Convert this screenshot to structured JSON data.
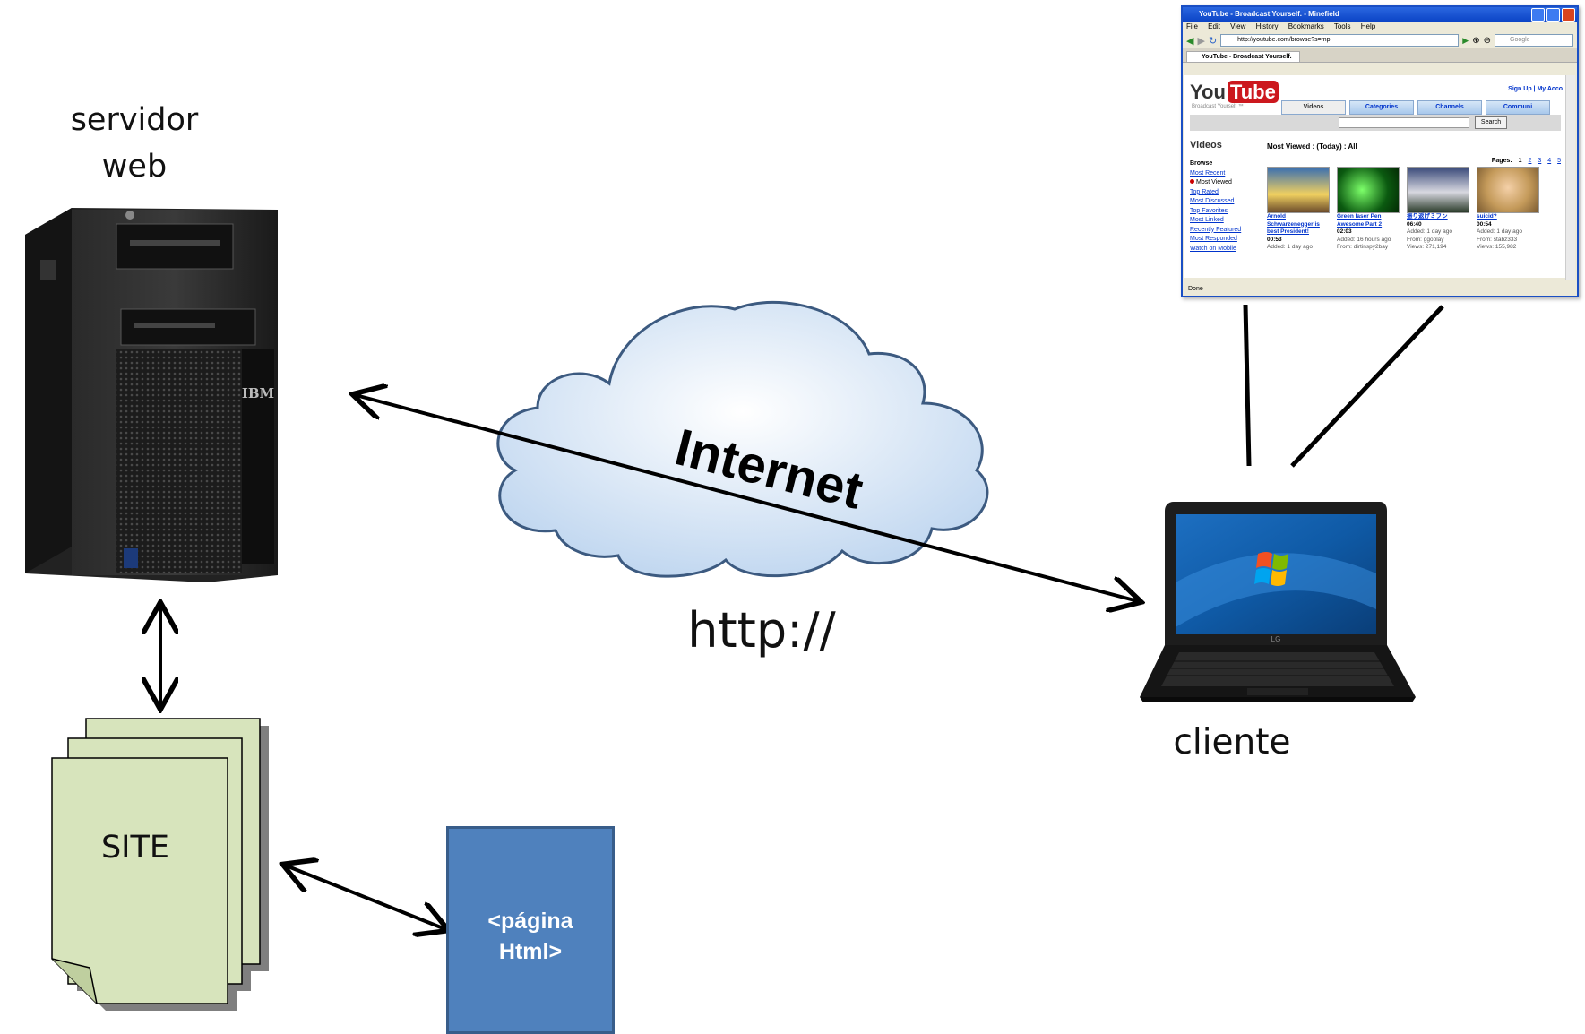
{
  "labels": {
    "server": [
      "servidor",
      "web"
    ],
    "internet": "Internet",
    "protocol": "http://",
    "client": "cliente",
    "site": "SITE",
    "html_page": [
      "<página",
      "Html>"
    ]
  },
  "brand": {
    "server_logo": "IBM",
    "laptop_logo": "LG"
  },
  "browser": {
    "title": "YouTube - Broadcast Yourself. - Minefield",
    "menu": [
      "File",
      "Edit",
      "View",
      "History",
      "Bookmarks",
      "Tools",
      "Help"
    ],
    "url": "http://youtube.com/browse?s=mp",
    "search_placeholder": "Google",
    "tab": "YouTube - Broadcast Yourself.",
    "status": "Done",
    "page": {
      "logo_you": "You",
      "logo_tube": "Tube",
      "tagline": "Broadcast Yourself ™",
      "links": "Sign Up | My Acco",
      "nav_tabs": [
        "Videos",
        "Categories",
        "Channels",
        "Communi"
      ],
      "search_button": "Search",
      "heading": "Videos",
      "subheading": "Most Viewed : (Today) : All",
      "pages_label": "Pages:",
      "pages": [
        "1",
        "2",
        "3",
        "4",
        "5"
      ],
      "browse_title": "Browse",
      "browse_items": [
        "Most Recent",
        "Most Viewed",
        "Top Rated",
        "Most Discussed",
        "Top Favorites",
        "Most Linked",
        "Recently Featured",
        "Most Responded",
        "Watch on Mobile"
      ],
      "videos": [
        {
          "title": "Arnold Schwarzenegger is best President!",
          "duration": "00:53",
          "meta": "Added: 1 day ago"
        },
        {
          "title": "Green laser Pen Awesome Part 2",
          "duration": "02:03",
          "meta": "Added: 16 hours ago",
          "from": "From: dirtinspy2bay"
        },
        {
          "title": "振り返げ３フン",
          "duration": "06:40",
          "meta": "Added: 1 day ago",
          "from": "From: ggoplay",
          "views": "Views: 271,194"
        },
        {
          "title": "suicid?",
          "duration": "00:54",
          "meta": "Added: 1 day ago",
          "from": "From: stabz333",
          "views": "Views: 155,982"
        }
      ]
    }
  },
  "colors": {
    "cloud_fill": "#dce8f6",
    "site_fill": "#d7e4bc",
    "html_box_fill": "#4f81bd",
    "youtube_red": "#cc181e"
  }
}
